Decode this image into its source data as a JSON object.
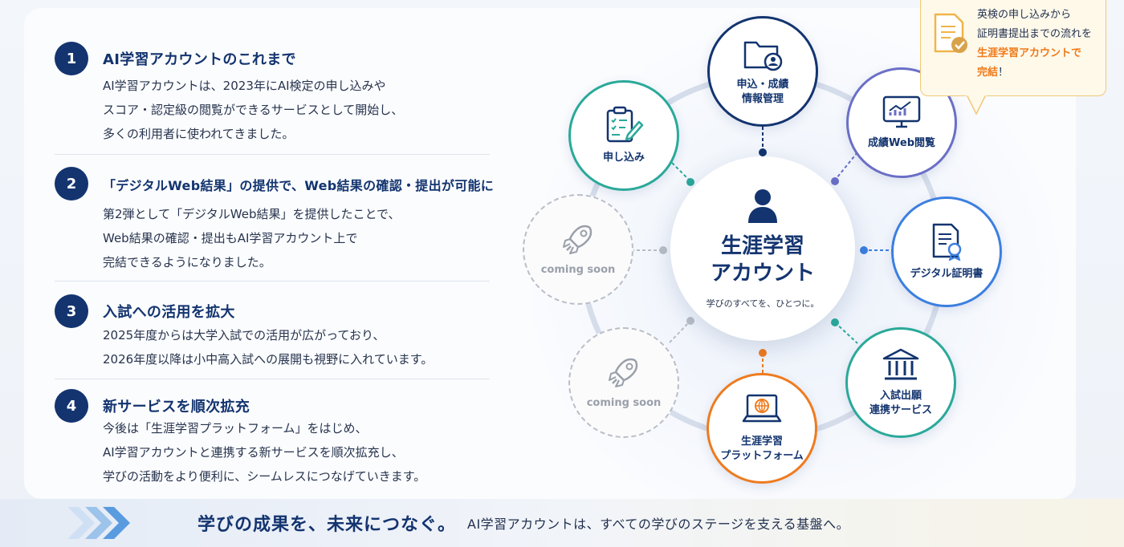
{
  "items": [
    {
      "number": "1",
      "title": "AI学習アカウントのこれまで",
      "lines": [
        "AI学習アカウントは、2023年にAI検定の申し込みや",
        "スコア・認定級の閲覧ができるサービスとして開始し、",
        "多くの利用者に使われてきました。"
      ]
    },
    {
      "number": "2",
      "title": "「デジタルWeb結果」の提供で、Web結果の確認・提出が可能に",
      "lines": [
        "第2弾として「デジタルWeb結果」を提供したことで、",
        "Web結果の確認・提出もAI学習アカウント上で",
        "完結できるようになりました。"
      ]
    },
    {
      "number": "3",
      "title": "入試への活用を拡大",
      "lines": [
        "2025年度からは大学入試での活用が広がっており、",
        "2026年度以降は小中高入試への展開も視野に入れています。"
      ]
    },
    {
      "number": "4",
      "title": "新サービスを順次拡充",
      "lines": [
        "今後は「生涯学習プラットフォーム」をはじめ、",
        "AI学習アカウントと連携する新サービスを順次拡充し、",
        "学びの活動をより便利に、シームレスにつなげていきます。"
      ]
    }
  ],
  "center": {
    "title_line1": "生涯学習",
    "title_line2": "アカウント",
    "subtitle": "学びのすべてを、ひとつに。",
    "icon": "person-icon"
  },
  "nodes": {
    "apply_manage": {
      "line1": "申込・成績",
      "line2": "情報管理",
      "icon": "folder-person-icon",
      "color": "#13346f"
    },
    "web_results": {
      "line1": "成績Web閲覧",
      "icon": "monitor-chart-icon",
      "color": "#6a6fc6"
    },
    "digital_cert": {
      "line1": "デジタル証明書",
      "icon": "certificate-icon",
      "color": "#3b7fe0"
    },
    "entrance": {
      "line1": "入試出願",
      "line2": "連携サービス",
      "icon": "building-icon",
      "color": "#2aa99a"
    },
    "platform": {
      "line1": "生涯学習",
      "line2": "プラットフォーム",
      "icon": "laptop-globe-icon",
      "color": "#ee7b1f"
    },
    "soon_lower": {
      "line1": "coming soon",
      "icon": "rocket-icon"
    },
    "soon_upper": {
      "line1": "coming soon",
      "icon": "rocket-icon"
    },
    "apply": {
      "line1": "申し込み",
      "icon": "clipboard-pen-icon",
      "color": "#2aa99a"
    }
  },
  "callout": {
    "line1": "英検の申し込みから",
    "line2": "証明書提出までの流れを",
    "line3": "生涯学習アカウントで",
    "line4_highlight": "完結",
    "line4_rest": "！",
    "icon": "document-check-icon",
    "accent": "#ef7a1a"
  },
  "footer": {
    "main": "学びの成果を、未来につなぐ。",
    "sub": "AI学習アカウントは、すべての学びのステージを支える基盤へ。"
  }
}
